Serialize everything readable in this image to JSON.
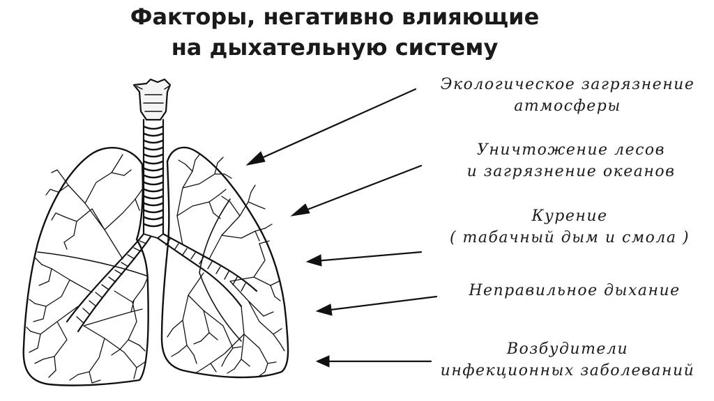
{
  "title": {
    "line1": "Факторы, негативно влияющие",
    "line2": "на дыхательную систему"
  },
  "factors": [
    {
      "lines": [
        "Экологическое загрязнение",
        "атмосферы"
      ]
    },
    {
      "lines": [
        "Уничтожение лесов",
        "и загрязнение океанов"
      ]
    },
    {
      "lines": [
        "Курение",
        "( табачный дым и смола )"
      ]
    },
    {
      "lines": [
        "Неправильное дыхание"
      ]
    },
    {
      "lines": [
        "Возбудители",
        "инфекционных заболеваний"
      ]
    }
  ],
  "colors": {
    "ink": "#111111",
    "background": "#ffffff"
  },
  "icons": [
    "lungs-illustration",
    "arrow-left-icon"
  ]
}
